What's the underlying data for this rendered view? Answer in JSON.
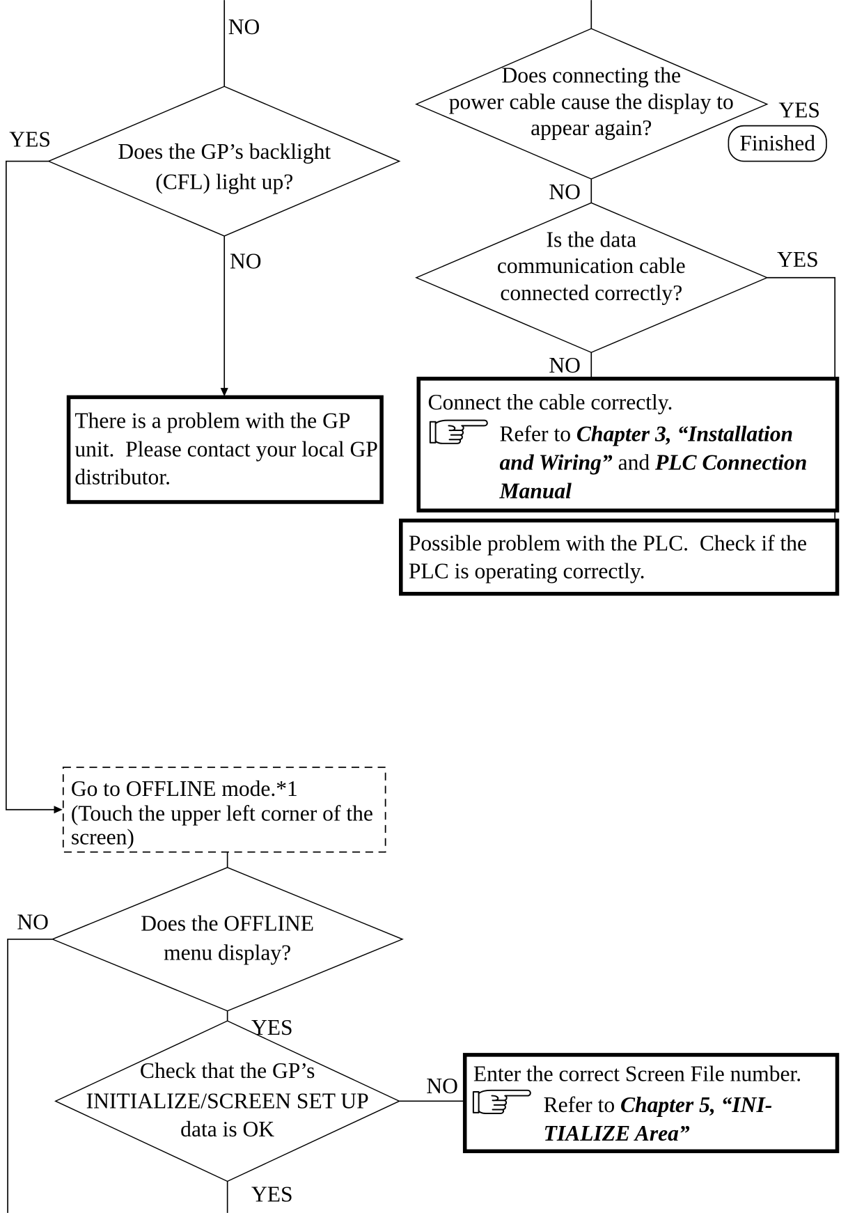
{
  "flowchart": {
    "backlight_branch": {
      "incoming_no": "NO",
      "question": [
        "Does the GP’s backlight",
        "(CFL) light up?"
      ],
      "yes": "YES",
      "no": "NO",
      "problem_box": [
        "There is a problem with the GP",
        "unit.  Please contact your local GP",
        "distributor."
      ]
    },
    "power_cable_branch": {
      "question": [
        "Does connecting the",
        "power cable cause the display to",
        "appear again?"
      ],
      "yes": "YES",
      "finished": "Finished",
      "no": "NO"
    },
    "data_cable_branch": {
      "question": [
        "Is the data",
        "communication cable",
        "connected correctly?"
      ],
      "yes": "YES",
      "no": "NO",
      "connect_box": {
        "instruction": "Connect the cable correctly.",
        "refer_prefix": "Refer to ",
        "ref_chapter": "Chapter 3, “Installation",
        "ref_chapter_cont": "and Wiring”",
        "ref_joiner": " and ",
        "ref_manual": "PLC Connection",
        "ref_manual_cont": "Manual"
      },
      "plc_box": [
        "Possible problem with the PLC.  Check if the",
        "PLC is operating correctly."
      ]
    },
    "offline_branch": {
      "offline_box": [
        "Go to OFFLINE mode.*1",
        "(Touch the upper left corner of the",
        "screen)"
      ],
      "menu_question": [
        "Does the OFFLINE",
        "menu display?"
      ],
      "menu_no": "NO",
      "menu_yes": "YES",
      "initialize_question": [
        "Check that the GP’s",
        "INITIALIZE/SCREEN SET UP",
        "data is OK"
      ],
      "initialize_no": "NO",
      "initialize_yes": "YES",
      "screen_file_box": {
        "instruction": "Enter the correct Screen File number.",
        "refer_prefix": "Refer to ",
        "ref_chapter": "Chapter 5, “INI-",
        "ref_chapter_cont": "TIALIZE Area”"
      }
    }
  },
  "icons": {
    "reference": "pointing-hand-icon"
  }
}
